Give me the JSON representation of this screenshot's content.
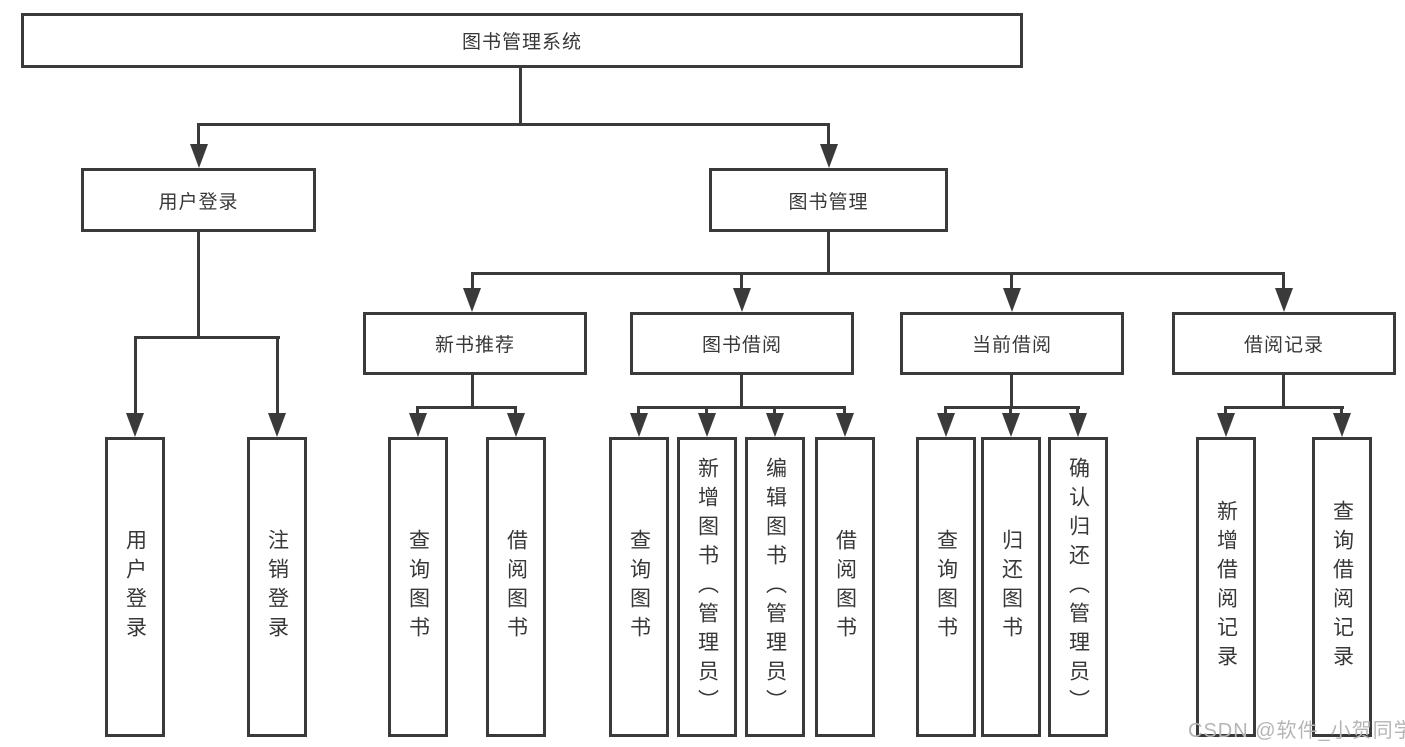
{
  "tree": {
    "root": {
      "label": "图书管理系统",
      "children": [
        {
          "label": "用户登录",
          "children": [
            {
              "label": "用户登录"
            },
            {
              "label": "注销登录"
            }
          ]
        },
        {
          "label": "图书管理",
          "children": [
            {
              "label": "新书推荐",
              "children": [
                {
                  "label": "查询图书"
                },
                {
                  "label": "借阅图书"
                }
              ]
            },
            {
              "label": "图书借阅",
              "children": [
                {
                  "label": "查询图书"
                },
                {
                  "label": "新增图书（管理员）"
                },
                {
                  "label": "编辑图书（管理员）"
                },
                {
                  "label": "借阅图书"
                }
              ]
            },
            {
              "label": "当前借阅",
              "children": [
                {
                  "label": "查询图书"
                },
                {
                  "label": "归还图书"
                },
                {
                  "label": "确认归还（管理员）"
                }
              ]
            },
            {
              "label": "借阅记录",
              "children": [
                {
                  "label": "新增借阅记录"
                },
                {
                  "label": "查询借阅记录"
                }
              ]
            }
          ]
        }
      ]
    }
  },
  "watermark": {
    "text": "CSDN @软件_小贺同学"
  },
  "colors": {
    "line": "#3a3a3a",
    "text": "#383838",
    "watermark": "#b5b5b5",
    "background": "#ffffff"
  }
}
